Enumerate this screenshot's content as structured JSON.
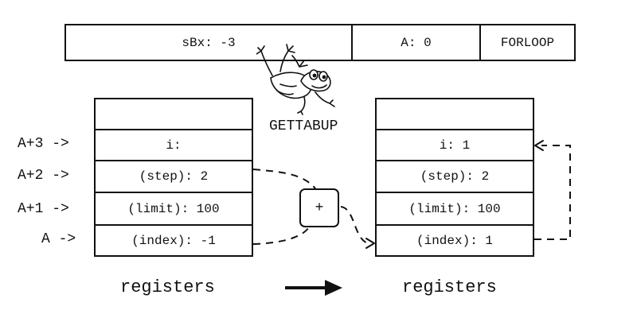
{
  "instruction": {
    "sbx": "sBx: -3",
    "a": "A: 0",
    "opcode": "FORLOOP"
  },
  "mascot_label": "GETTABUP",
  "row_labels": [
    "A+3 ->",
    "A+2 ->",
    "A+1 ->",
    "A ->"
  ],
  "before": {
    "caption": "registers",
    "cells": [
      "",
      "i:",
      "(step): 2",
      "(limit): 100",
      "(index): -1"
    ]
  },
  "after": {
    "caption": "registers",
    "cells": [
      "",
      "i: 1",
      "(step): 2",
      "(limit): 100",
      "(index): 1"
    ]
  },
  "operator_symbol": "+",
  "mascot_icon": "frog-icon",
  "arrow_icon": "right-arrow-icon"
}
